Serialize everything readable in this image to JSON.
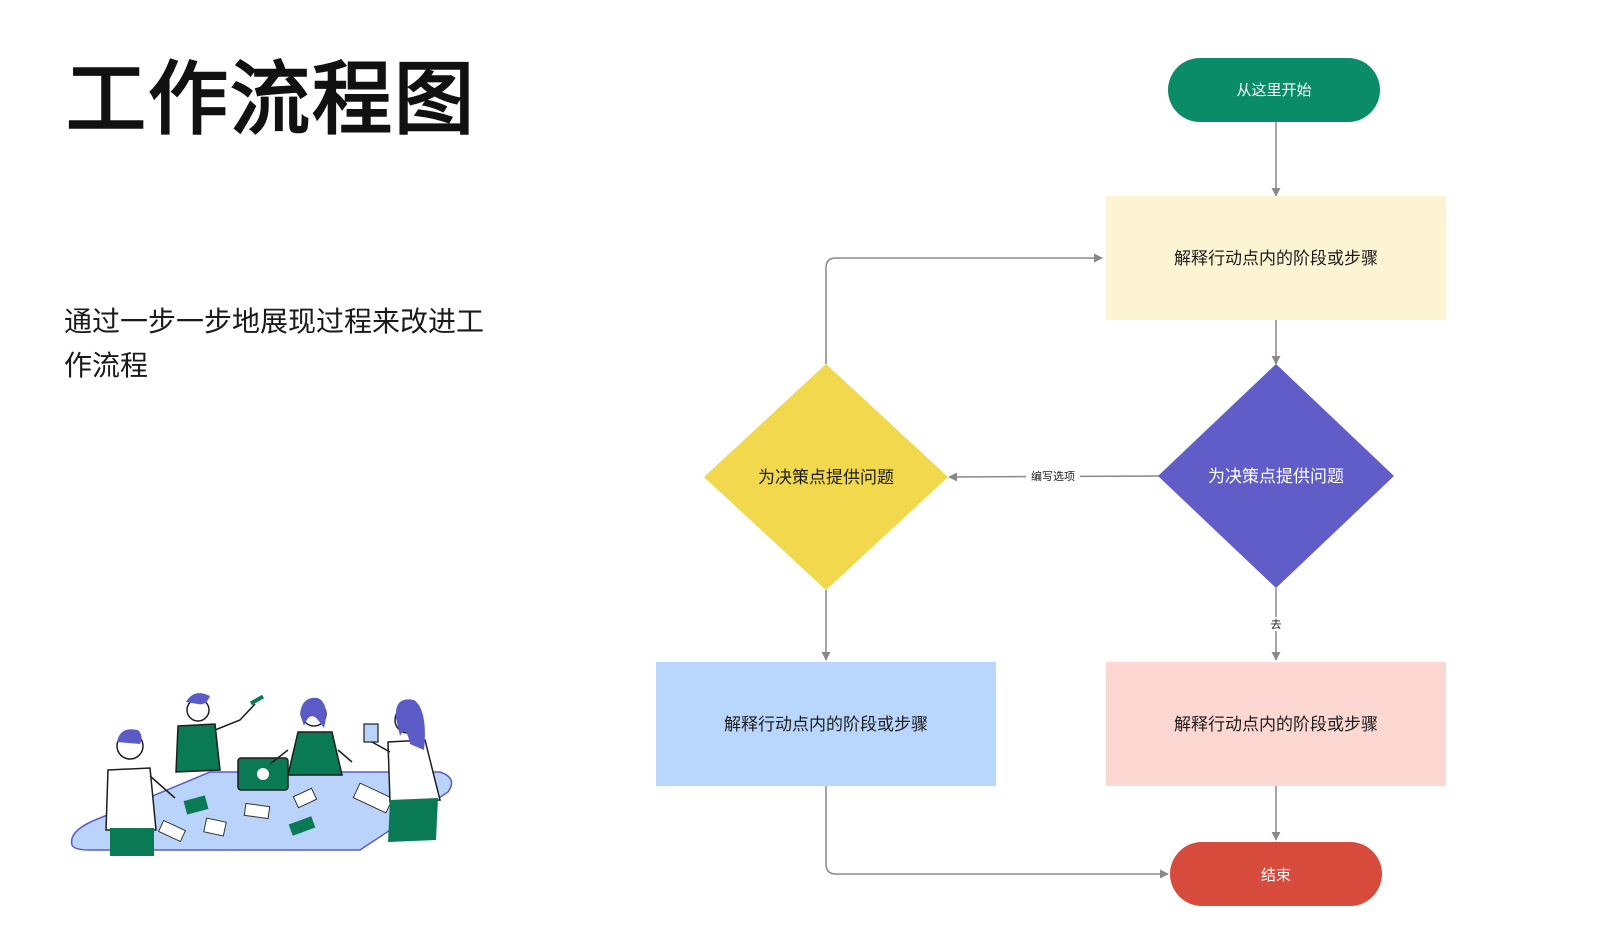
{
  "page": {
    "title": "工作流程图",
    "subtitle": "通过一步一步地展现过程来改进工作流程"
  },
  "flowchart": {
    "start": {
      "label": "从这里开始",
      "color": "#0a8c68"
    },
    "step_top": {
      "label": "解释行动点内的阶段或步骤",
      "color": "#fdf4d3"
    },
    "decision_right": {
      "label": "为决策点提供问题",
      "color": "#615dc8"
    },
    "decision_left": {
      "label": "为决策点提供问题",
      "color": "#f1d84d"
    },
    "step_left": {
      "label": "解释行动点内的阶段或步骤",
      "color": "#b9d6fd"
    },
    "step_right": {
      "label": "解释行动点内的阶段或步骤",
      "color": "#fdd7d2"
    },
    "end": {
      "label": "结束",
      "color": "#d64b3b"
    },
    "edge_labels": {
      "options": "编写选项",
      "go": "去"
    },
    "line_color": "#888888"
  },
  "illustration": {
    "table_color": "#b9d3fb",
    "accent_green": "#0a7a55",
    "accent_purple": "#5b5bc8"
  }
}
